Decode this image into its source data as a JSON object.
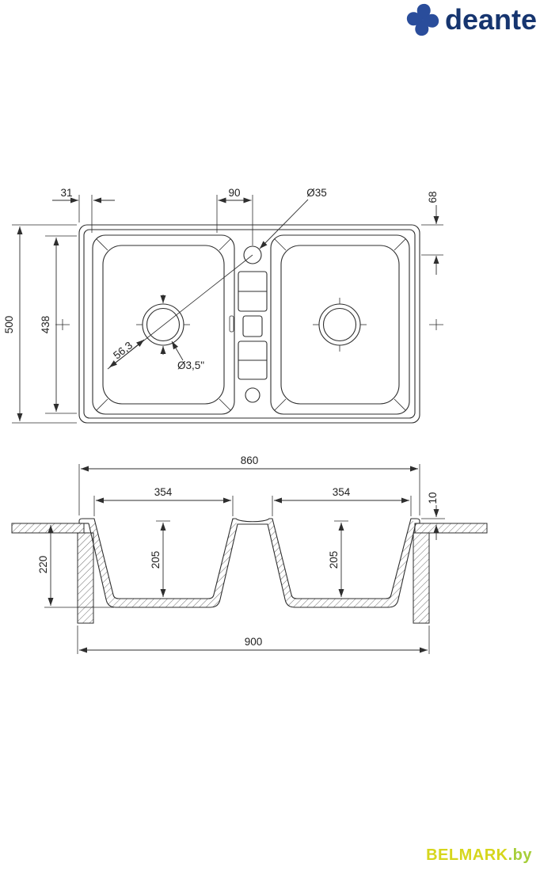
{
  "brand": {
    "logo_text": "deante"
  },
  "watermark": {
    "name": "BELMARK",
    "tld": ".by"
  },
  "top_view": {
    "dims": {
      "edge_offset": "31",
      "center_span": "90",
      "faucet_hole_dia": "Ø35",
      "faucet_offset_top": "68",
      "overall_depth": "500",
      "inner_length": "438",
      "diagonal": "56,3",
      "drain_dia": "Ø3,5\""
    }
  },
  "section_view": {
    "dims": {
      "overall_width": "860",
      "left_bowl_width": "354",
      "right_bowl_width": "354",
      "rim_height": "10",
      "left_bowl_depth": "205",
      "right_bowl_depth": "205",
      "overall_depth": "220",
      "cabinet_width": "900"
    }
  },
  "colors": {
    "line": "#2e2e2e",
    "logo_blue": "#16356f",
    "logo_icon_blue": "#2a4d9b",
    "watermark_yellow": "#d6d61c",
    "watermark_green": "#a6ce39"
  }
}
